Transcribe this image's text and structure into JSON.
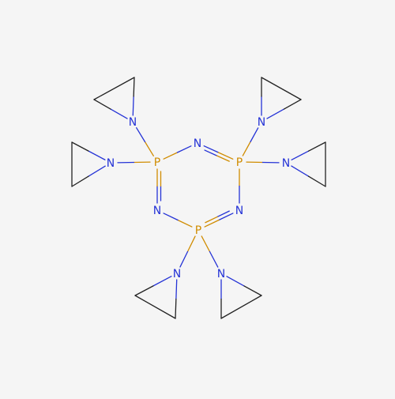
{
  "colors": {
    "background": "#f5f5f5",
    "bond": "#222222",
    "nitrogen": "#2533d6",
    "phosphorus": "#d08c00"
  },
  "atoms": [
    {
      "id": "P1",
      "label": "P",
      "element": "P"
    },
    {
      "id": "N2",
      "label": "N",
      "element": "N"
    },
    {
      "id": "P3",
      "label": "P",
      "element": "P"
    },
    {
      "id": "N4",
      "label": "N",
      "element": "N"
    },
    {
      "id": "P5",
      "label": "P",
      "element": "P"
    },
    {
      "id": "N6",
      "label": "N",
      "element": "N"
    },
    {
      "id": "Na1",
      "label": "N",
      "element": "N"
    },
    {
      "id": "Na2",
      "label": "N",
      "element": "N"
    },
    {
      "id": "Na3",
      "label": "N",
      "element": "N"
    },
    {
      "id": "Na4",
      "label": "N",
      "element": "N"
    },
    {
      "id": "Na5",
      "label": "N",
      "element": "N"
    },
    {
      "id": "Na6",
      "label": "N",
      "element": "N"
    }
  ],
  "bonds": [
    {
      "a": "P1",
      "b": "N2",
      "order": 1
    },
    {
      "a": "N2",
      "b": "P3",
      "order": 2
    },
    {
      "a": "P3",
      "b": "N4",
      "order": 1
    },
    {
      "a": "N4",
      "b": "P5",
      "order": 2
    },
    {
      "a": "P5",
      "b": "N6",
      "order": 1
    },
    {
      "a": "N6",
      "b": "P1",
      "order": 2
    },
    {
      "a": "P1",
      "b": "Na1",
      "order": 1
    },
    {
      "a": "P1",
      "b": "Na2",
      "order": 1
    },
    {
      "a": "P3",
      "b": "Na3",
      "order": 1
    },
    {
      "a": "P3",
      "b": "Na4",
      "order": 1
    },
    {
      "a": "P5",
      "b": "Na5",
      "order": 1
    },
    {
      "a": "P5",
      "b": "Na6",
      "order": 1
    }
  ]
}
